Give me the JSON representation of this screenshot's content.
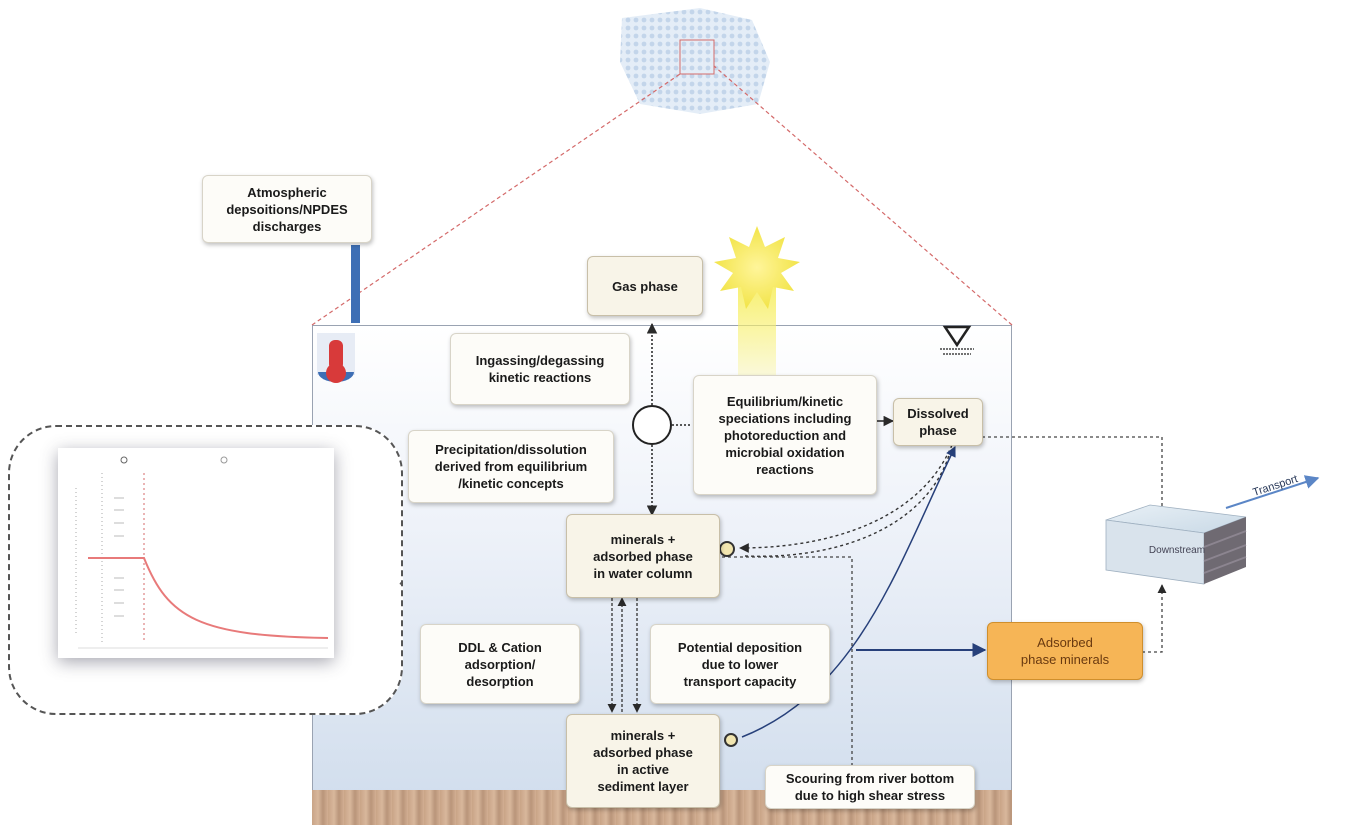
{
  "boxes": {
    "atmospheric": "Atmospheric\ndepsoitions/NPDES\ndischarges",
    "gas_phase": "Gas phase",
    "ingassing": "Ingassing/degassing\nkinetic reactions",
    "precipitation": "Precipitation/dissolution\nderived from equilibrium\n/kinetic concepts",
    "speciation": "Equilibrium/kinetic\nspeciations including\nphotoreduction and\nmicrobial oxidation\nreactions",
    "dissolved": "Dissolved\nphase",
    "minerals_water": "minerals  +\nadsorbed phase\nin water column",
    "ddl": "DDL & Cation\nadsorption/\ndesorption",
    "deposition": "Potential deposition\ndue to lower\ntransport capacity",
    "adsorbed_minerals": "Adsorbed\nphase minerals",
    "minerals_sediment": "minerals  +\nadsorbed phase\nin active\nsediment layer",
    "scouring": "Scouring from river bottom\ndue to high shear stress"
  },
  "labels": {
    "transport": "Transport",
    "downstream": "Downstream"
  },
  "colors": {
    "arrow_dark": "#2a2a2a",
    "arrow_blue": "#27407a",
    "pyramid_line": "#d46a6a",
    "sun": "#f4ec5a",
    "thermometer": "#d83a3a",
    "discharge_pipe": "#3e6fb5",
    "adsorbed_box": "#f6b556",
    "curve": "#e87a7a"
  },
  "icons": [
    "sun-icon",
    "thermometer-icon",
    "water-level-icon",
    "river-grid-thumbnail",
    "downstream-block-icon",
    "decay-curve-plot"
  ]
}
